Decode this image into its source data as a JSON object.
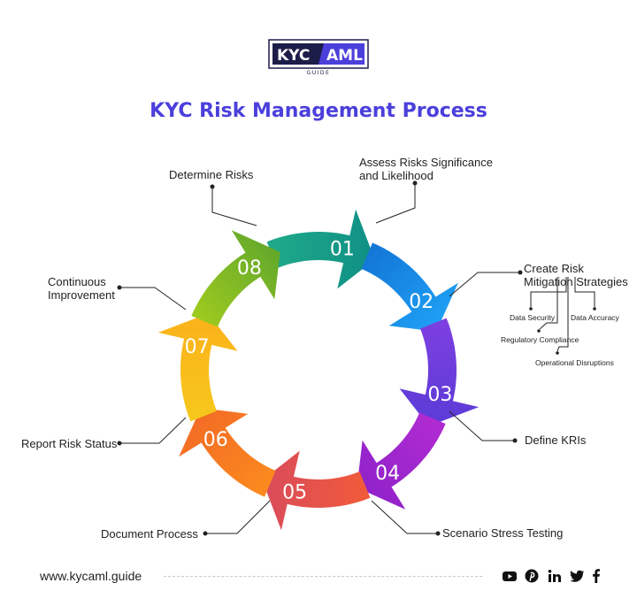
{
  "logo": {
    "left_text": "KYC",
    "right_text": "AML",
    "sub_text": "GUIDE"
  },
  "title": "KYC Risk Management Process",
  "steps": [
    {
      "number": "01",
      "label": "Determine Risks",
      "color_start": "#1fa98a",
      "color_end": "#0f8f85"
    },
    {
      "number": "02",
      "label": "Assess Risks Significance and Likelihood",
      "color_start": "#1377d8",
      "color_end": "#1fa1f5"
    },
    {
      "number": "03",
      "label": "Create Risk Mitigation Strategies",
      "color_start": "#7c3fe0",
      "color_end": "#5b3bd6"
    },
    {
      "number": "04",
      "label": "Define KRIs",
      "color_start": "#b02bd1",
      "color_end": "#8f22c9"
    },
    {
      "number": "05",
      "label": "Scenario Stress Testing",
      "color_start": "#f05a3a",
      "color_end": "#d94b5c"
    },
    {
      "number": "06",
      "label": "Document Process",
      "color_start": "#fb8a1e",
      "color_end": "#f36b26"
    },
    {
      "number": "07",
      "label": "Report Risk Status",
      "color_start": "#f7c71c",
      "color_end": "#fbb11a"
    },
    {
      "number": "08",
      "label": "Continuous Improvement",
      "color_start": "#9cc91f",
      "color_end": "#63a82b"
    }
  ],
  "labels": {
    "determine_risks": "Determine Risks",
    "assess_line1": "Assess Risks Significance",
    "assess_line2": "and Likelihood",
    "create_line1": "Create Risk",
    "create_line2": "Mitigation Strategies",
    "define_kris": "Define KRIs",
    "scenario": "Scenario Stress Testing",
    "document": "Document Process",
    "report": "Report Risk Status",
    "continuous_line1": "Continuous",
    "continuous_line2": "Improvement"
  },
  "sub_items": {
    "data_security": "Data Security",
    "data_accuracy": "Data Accuracy",
    "regulatory": "Regulatory Compliance",
    "operational": "Operational Disruptions"
  },
  "footer": {
    "url": "www.kycaml.guide",
    "social_icons": [
      "youtube-icon",
      "pinterest-icon",
      "linkedin-icon",
      "twitter-icon",
      "facebook-icon"
    ]
  }
}
